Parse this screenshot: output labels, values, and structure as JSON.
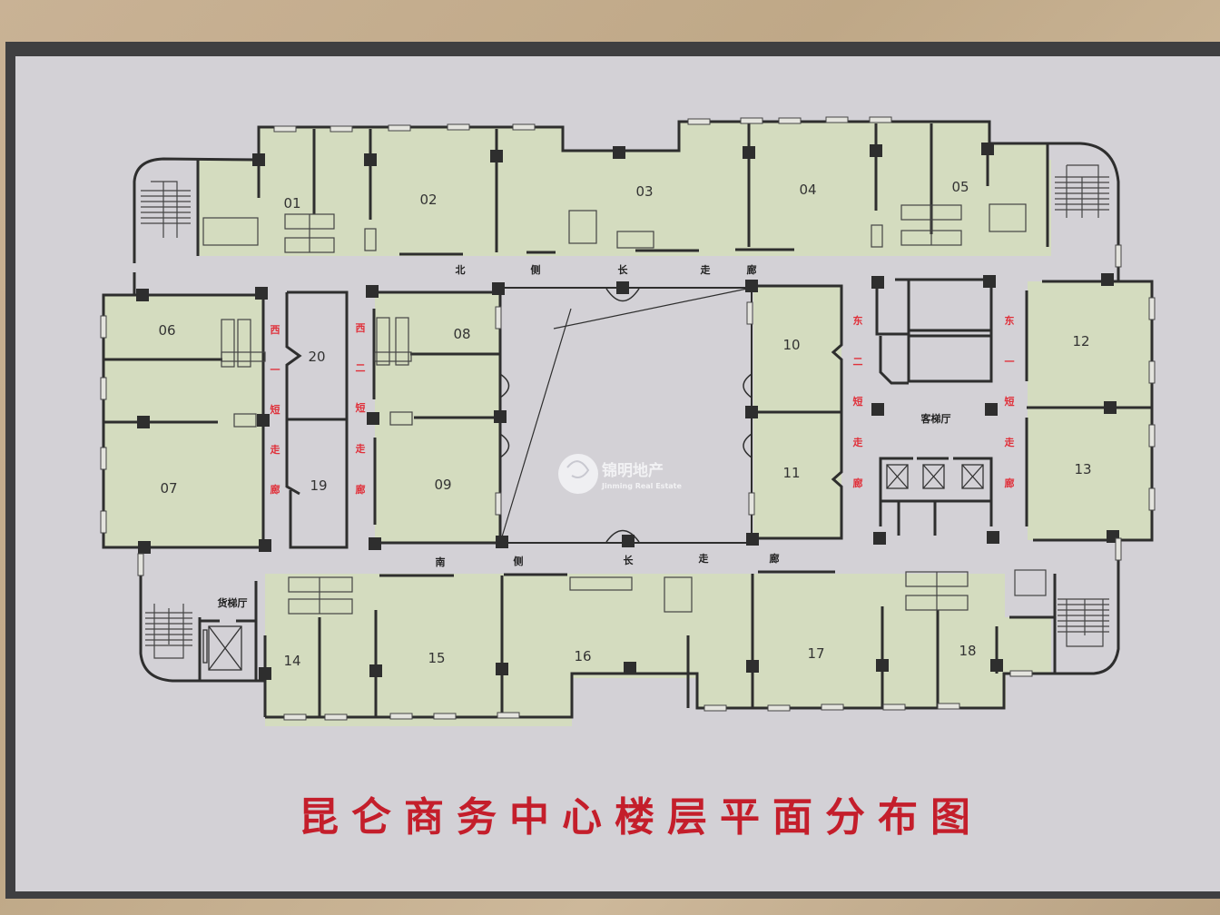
{
  "title": "昆仑商务中心楼层平面分布图",
  "colors": {
    "room_fill": "#d4dcbf",
    "wall": "#2e2e2e",
    "corridor": "#d3d1d6",
    "title_red": "#c41e2b",
    "corridor_red": "#e0303a",
    "board_frame": "#3f3f41"
  },
  "rooms": [
    {
      "id": "01",
      "label": "01"
    },
    {
      "id": "02",
      "label": "02"
    },
    {
      "id": "03",
      "label": "03"
    },
    {
      "id": "04",
      "label": "04"
    },
    {
      "id": "05",
      "label": "05"
    },
    {
      "id": "06",
      "label": "06"
    },
    {
      "id": "07",
      "label": "07"
    },
    {
      "id": "08",
      "label": "08"
    },
    {
      "id": "09",
      "label": "09"
    },
    {
      "id": "10",
      "label": "10"
    },
    {
      "id": "11",
      "label": "11"
    },
    {
      "id": "12",
      "label": "12"
    },
    {
      "id": "13",
      "label": "13"
    },
    {
      "id": "14",
      "label": "14"
    },
    {
      "id": "15",
      "label": "15"
    },
    {
      "id": "16",
      "label": "16"
    },
    {
      "id": "17",
      "label": "17"
    },
    {
      "id": "18",
      "label": "18"
    },
    {
      "id": "19",
      "label": "19"
    },
    {
      "id": "20",
      "label": "20"
    }
  ],
  "corridors": {
    "north": [
      "北",
      "侧",
      "长",
      "走",
      "廊"
    ],
    "south": [
      "南",
      "侧",
      "长",
      "走",
      "廊"
    ],
    "west1": [
      "西",
      "一",
      "短",
      "走",
      "廊"
    ],
    "west2": [
      "西",
      "二",
      "短",
      "走",
      "廊"
    ],
    "east2": [
      "东",
      "二",
      "短",
      "走",
      "廊"
    ],
    "east1": [
      "东",
      "一",
      "短",
      "走",
      "廊"
    ]
  },
  "halls": {
    "passenger_elevator": "客梯厅",
    "freight_elevator": "货梯厅"
  },
  "watermark": {
    "cn": "锦明地产",
    "en": "Jinming Real Estate"
  }
}
